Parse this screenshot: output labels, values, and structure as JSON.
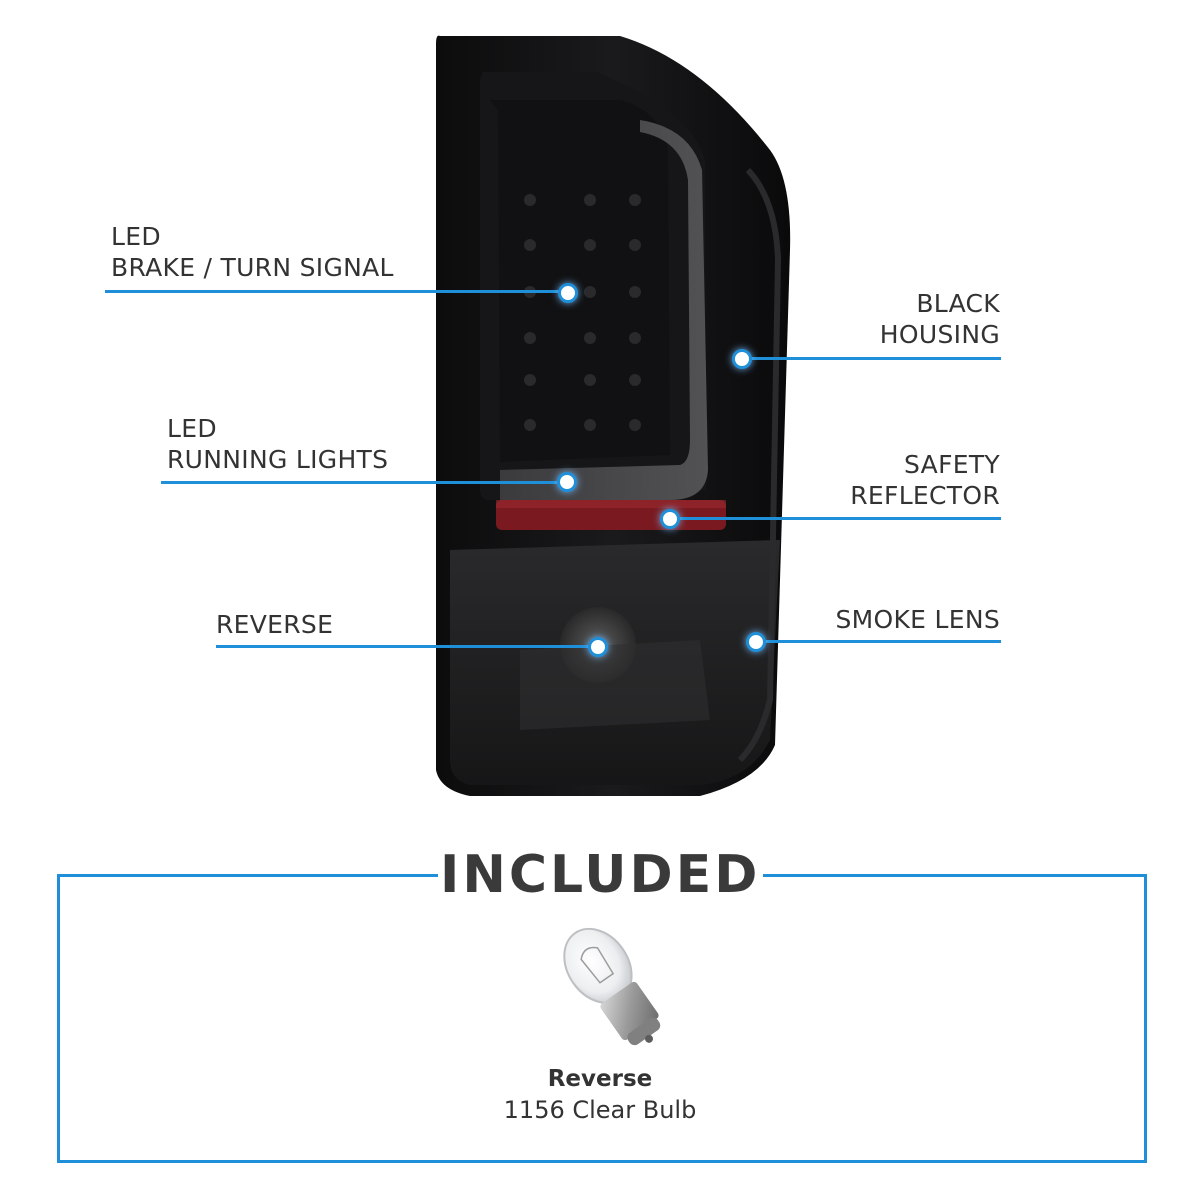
{
  "callouts": {
    "brake": {
      "line1": "LED",
      "line2": "BRAKE / TURN SIGNAL"
    },
    "running": {
      "line1": "LED",
      "line2": "RUNNING LIGHTS"
    },
    "reverse": {
      "line1": "REVERSE"
    },
    "housing": {
      "line1": "BLACK",
      "line2": "HOUSING"
    },
    "reflector": {
      "line1": "SAFETY",
      "line2": "REFLECTOR"
    },
    "lens": {
      "line1": "SMOKE LENS"
    }
  },
  "included": {
    "title": "INCLUDED",
    "bulb_name": "Reverse",
    "bulb_desc": "1156 Clear Bulb"
  },
  "colors": {
    "accent": "#1e8fd8",
    "text": "#333333",
    "reflector": "#7a1a20"
  }
}
